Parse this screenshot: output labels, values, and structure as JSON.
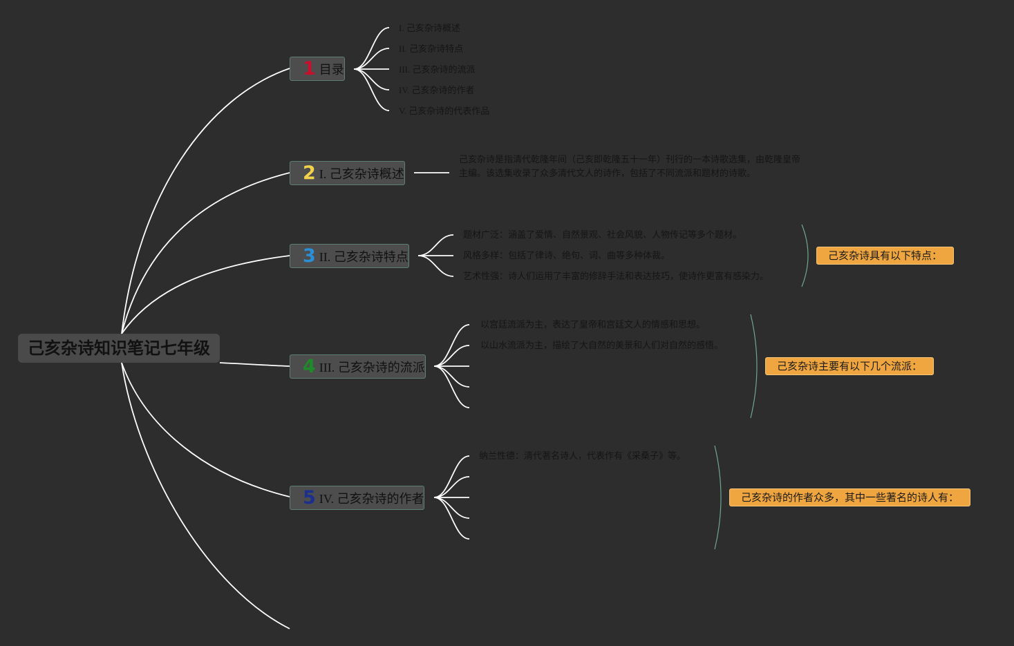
{
  "root": {
    "title": "己亥杂诗知识笔记七年级"
  },
  "branches": [
    {
      "num": "1",
      "num_color": "#c8102e",
      "label": "目录"
    },
    {
      "num": "2",
      "num_color": "#f2d24b",
      "label": "I. 己亥杂诗概述"
    },
    {
      "num": "3",
      "num_color": "#2a8fd6",
      "label": "II. 己亥杂诗特点"
    },
    {
      "num": "4",
      "num_color": "#1f8a2a",
      "label": "III. 己亥杂诗的流派"
    },
    {
      "num": "5",
      "num_color": "#1c2f8f",
      "label": "IV. 己亥杂诗的作者"
    }
  ],
  "toc": [
    "I. 己亥杂诗概述",
    "II. 己亥杂诗特点",
    "III. 己亥杂诗的流派",
    "IV. 己亥杂诗的作者",
    "V. 己亥杂诗的代表作品"
  ],
  "overview": "己亥杂诗是指清代乾隆年间（己亥即乾隆五十一年）刊行的一本诗歌选集，由乾隆皇帝主编。该选集收录了众多清代文人的诗作，包括了不同流派和题材的诗歌。",
  "features": {
    "items": [
      "题材广泛：涵盖了爱情、自然景观、社会风貌、人物传记等多个题材。",
      "风格多样：包括了律诗、绝句、词、曲等多种体裁。",
      "艺术性强：诗人们运用了丰富的修辞手法和表达技巧，使诗作更富有感染力。"
    ],
    "summary": "己亥杂诗具有以下特点："
  },
  "schools": {
    "items": [
      "以宫廷流派为主，表达了皇帝和宫廷文人的情感和思想。",
      "以山水流派为主，描绘了大自然的美景和人们对自然的感悟。"
    ],
    "summary": "己亥杂诗主要有以下几个流派："
  },
  "authors": {
    "items": [
      "纳兰性德：清代著名诗人，代表作有《采桑子》等。"
    ],
    "summary": "己亥杂诗的作者众多，其中一些著名的诗人有："
  },
  "colors": {
    "background": "#2d2d2d",
    "connector": "#ffffff",
    "summary_fill": "#f0a640",
    "brace": "#6fa891"
  }
}
